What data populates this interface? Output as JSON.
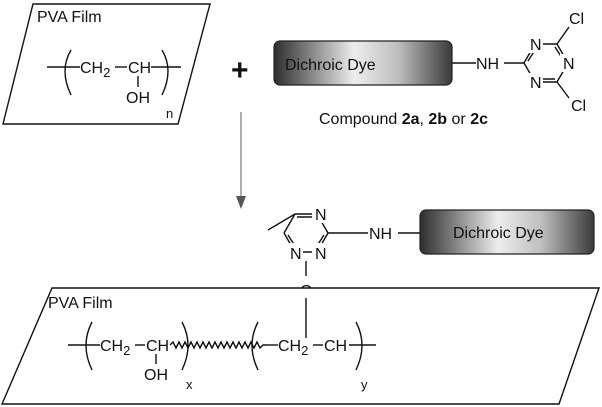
{
  "top": {
    "film_label": "PVA Film",
    "repeat_unit": {
      "ch2": "CH",
      "ch2_sub": "2",
      "ch": "CH",
      "oh": "OH",
      "n": "n"
    },
    "plus": "+",
    "dye_label": "Dichroic Dye",
    "nh": "NH",
    "ring_atoms": [
      "N",
      "N",
      "N"
    ],
    "cl_top": "Cl",
    "cl_bottom": "Cl",
    "compound": {
      "prefix": "Compound ",
      "a": "2a",
      "sep1": ", ",
      "b": "2b",
      "sep2": " or ",
      "c": "2c"
    }
  },
  "bottom": {
    "film_label": "PVA Film",
    "repeat_unit_x": {
      "ch2": "CH",
      "ch2_sub": "2",
      "ch": "CH",
      "oh": "OH",
      "x": "x"
    },
    "repeat_unit_y": {
      "ch2": "CH",
      "ch2_sub": "2",
      "ch": "CH",
      "y": "y"
    },
    "o": "O",
    "ring_atoms": [
      "N",
      "N",
      "N"
    ],
    "nh": "NH",
    "dye_label": "Dichroic Dye"
  }
}
